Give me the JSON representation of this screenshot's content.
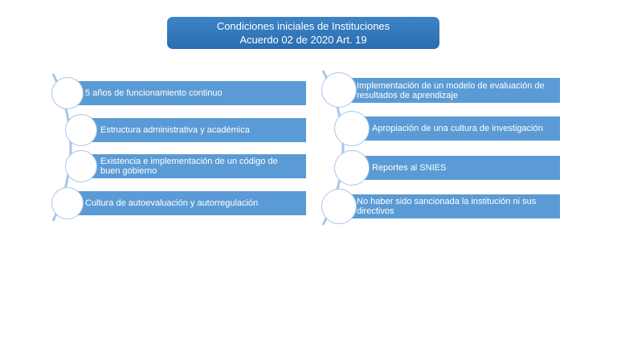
{
  "title": {
    "line1": "Condiciones iniciales de Instituciones",
    "line2": "Acuerdo 02 de 2020 Art. 19"
  },
  "left": [
    "5 años de funcionamiento continuo",
    "Estructura administrativa y académica",
    "Existencia e implementación de un código de buen gobierno",
    "Cultura de autoevaluación y autorregulación"
  ],
  "right": [
    "Implementación de un modelo de evaluación de resultados de aprendizaje",
    "Apropiación de una cultura de investigación",
    "Reportes al SNIES",
    "No haber sido sancionada la institución ni sus directivos"
  ],
  "colors": {
    "bar": "#5b9bd5",
    "title": "#2e75b6"
  }
}
